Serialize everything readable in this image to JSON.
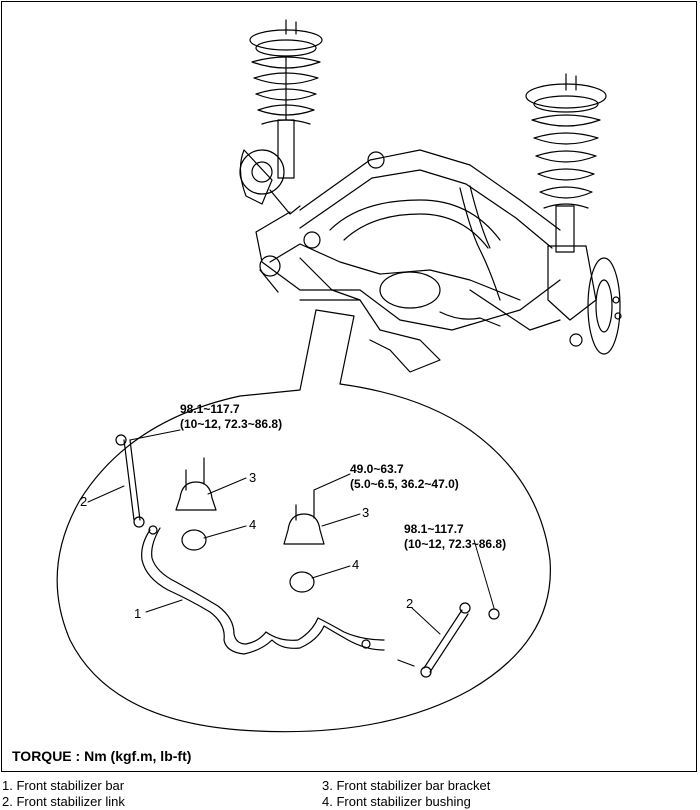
{
  "torque_label": "TORQUE : Nm (kgf.m, lb-ft)",
  "torques": {
    "link_top": {
      "line1": "98.1~117.7",
      "line2": "(10~12, 72.3~86.8)"
    },
    "bracket_bolt": {
      "line1": "49.0~63.7",
      "line2": "(5.0~6.5, 36.2~47.0)"
    },
    "link_right": {
      "line1": "98.1~117.7",
      "line2": "(10~12, 72.3~86.8)"
    }
  },
  "callouts": {
    "link_left": "2",
    "bracket_left": "3",
    "bushing_left": "4",
    "bracket_right": "3",
    "bushing_right": "4",
    "bar": "1",
    "link_right": "2"
  },
  "legend": [
    {
      "text": "1. Front stabilizer bar"
    },
    {
      "text": "2. Front stabilizer link"
    },
    {
      "text": "3. Front stabilizer bar bracket"
    },
    {
      "text": "4. Front stabilizer bushing"
    }
  ]
}
